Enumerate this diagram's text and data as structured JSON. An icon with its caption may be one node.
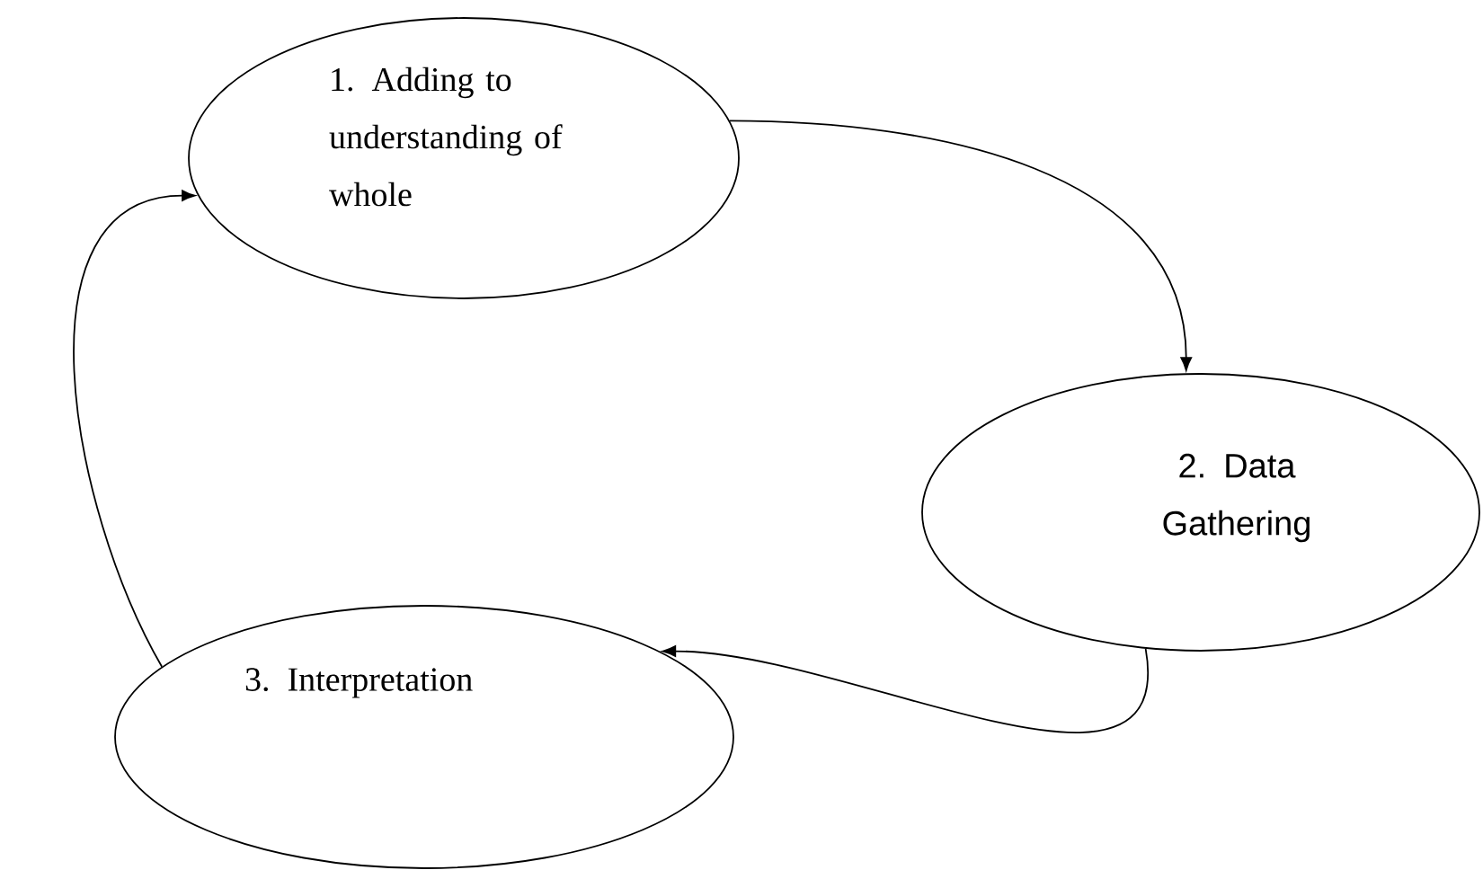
{
  "diagram": {
    "nodes": [
      {
        "text": [
          "1. Adding to understanding of whole"
        ]
      },
      {
        "text": [
          "2. Data Gathering"
        ]
      },
      {
        "text": [
          "3. Interpretation"
        ]
      }
    ],
    "edges": [
      {
        "from": 0,
        "to": 1,
        "arrow": "to"
      },
      {
        "from": 1,
        "to": 2,
        "arrow": "to"
      },
      {
        "from": 2,
        "to": 0,
        "arrow": "to"
      }
    ]
  }
}
